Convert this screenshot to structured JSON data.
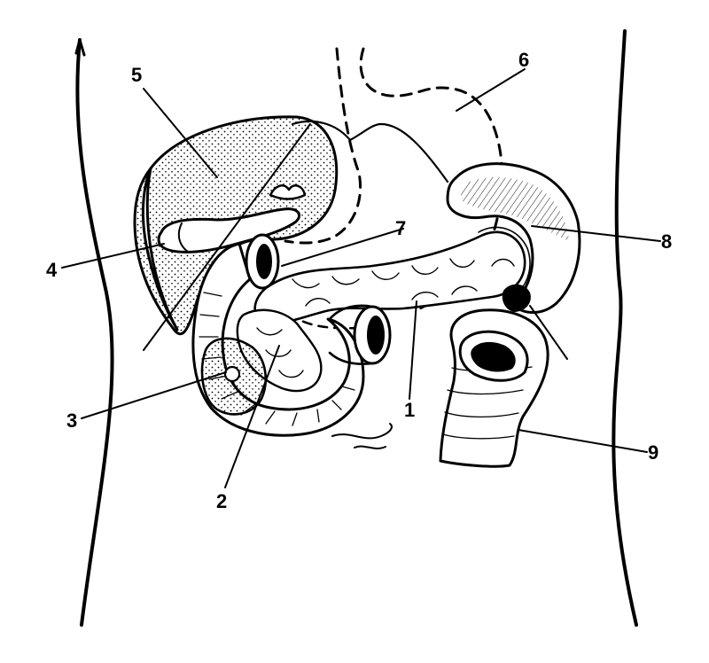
{
  "figure": {
    "line_color": "#000000",
    "background_color": "#ffffff",
    "callouts": [
      {
        "id": "c1",
        "label": "1"
      },
      {
        "id": "c2",
        "label": "2"
      },
      {
        "id": "c3",
        "label": "3"
      },
      {
        "id": "c4",
        "label": "4"
      },
      {
        "id": "c5",
        "label": "5"
      },
      {
        "id": "c6",
        "label": "6"
      },
      {
        "id": "c7",
        "label": "7"
      },
      {
        "id": "c8",
        "label": "8"
      },
      {
        "id": "c9",
        "label": "9"
      }
    ]
  }
}
